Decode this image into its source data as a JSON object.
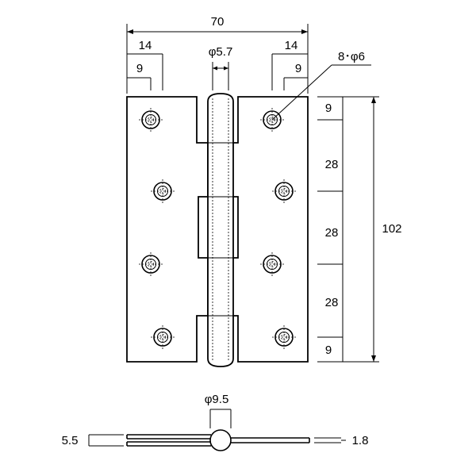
{
  "dimensions": {
    "overall_width": "70",
    "left_hole_offset_outer": "14",
    "left_hole_offset_inner": "9",
    "right_hole_offset_outer": "14",
    "right_hole_offset_inner": "9",
    "pin_diameter": "φ5.7",
    "hole_callout": "8･φ6",
    "row_top": "9",
    "row_pitch_1": "28",
    "row_pitch_2": "28",
    "row_pitch_3": "28",
    "row_bottom": "9",
    "overall_height": "102",
    "knuckle_diameter": "φ9.5",
    "open_thickness": "5.5",
    "plate_thickness": "1.8"
  },
  "icons": {
    "hinge": "hinge-front-view",
    "section": "hinge-side-section"
  }
}
